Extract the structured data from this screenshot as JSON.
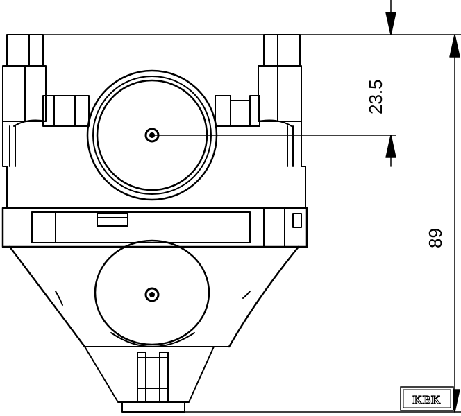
{
  "drawing": {
    "line_color": "#000000",
    "background": "#ffffff",
    "dimensions": [
      {
        "value": "23.5"
      },
      {
        "value": "89"
      }
    ],
    "logo": {
      "text": "KBK"
    }
  }
}
